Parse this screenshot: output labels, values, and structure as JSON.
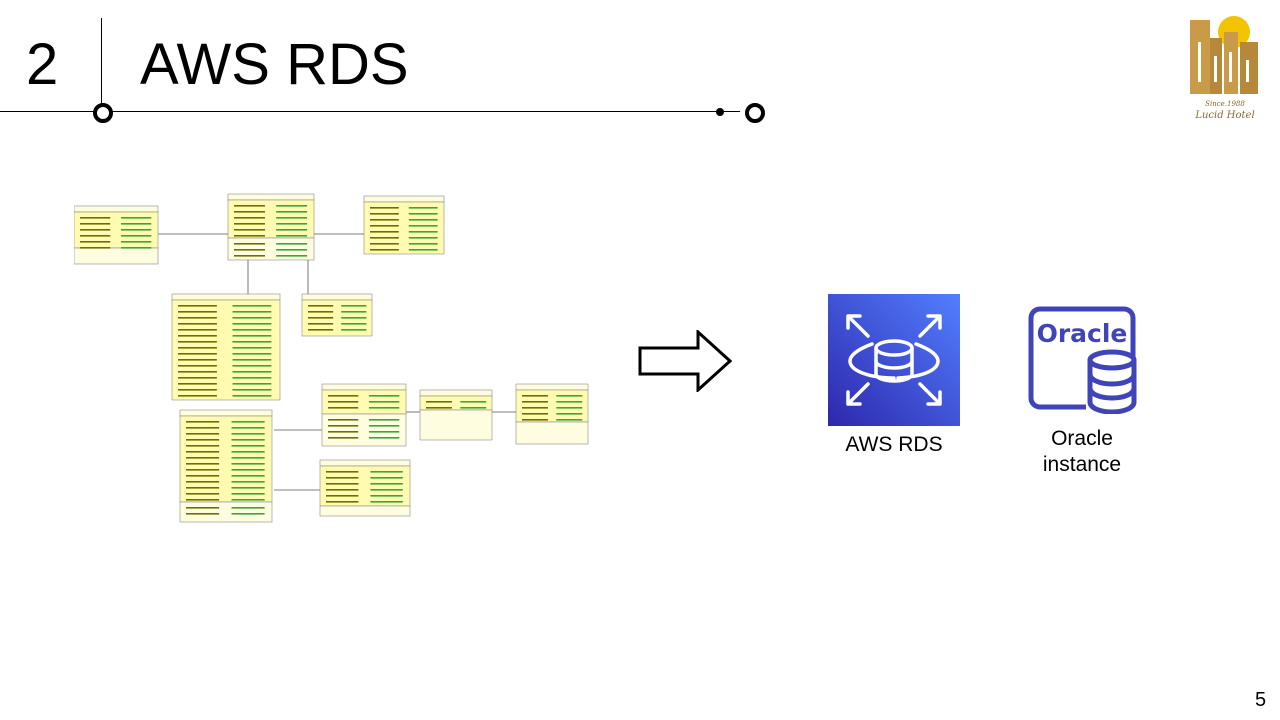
{
  "header": {
    "section_number": "2",
    "title": "AWS RDS"
  },
  "logo": {
    "since": "Since.1988",
    "name": "Lucid Hotel",
    "colors": {
      "gold": "#c99a47",
      "sun": "#f3c300"
    }
  },
  "targets": [
    {
      "label": "AWS RDS",
      "icon": "aws-rds-icon",
      "colors": {
        "from": "#2e27ad",
        "to": "#527fff"
      }
    },
    {
      "label_line1": "Oracle",
      "label_line2": "instance",
      "icon": "oracle-database-icon",
      "icon_text": "Oracle",
      "colors": {
        "accent": "#3f45b8"
      }
    }
  ],
  "page_number": "5"
}
